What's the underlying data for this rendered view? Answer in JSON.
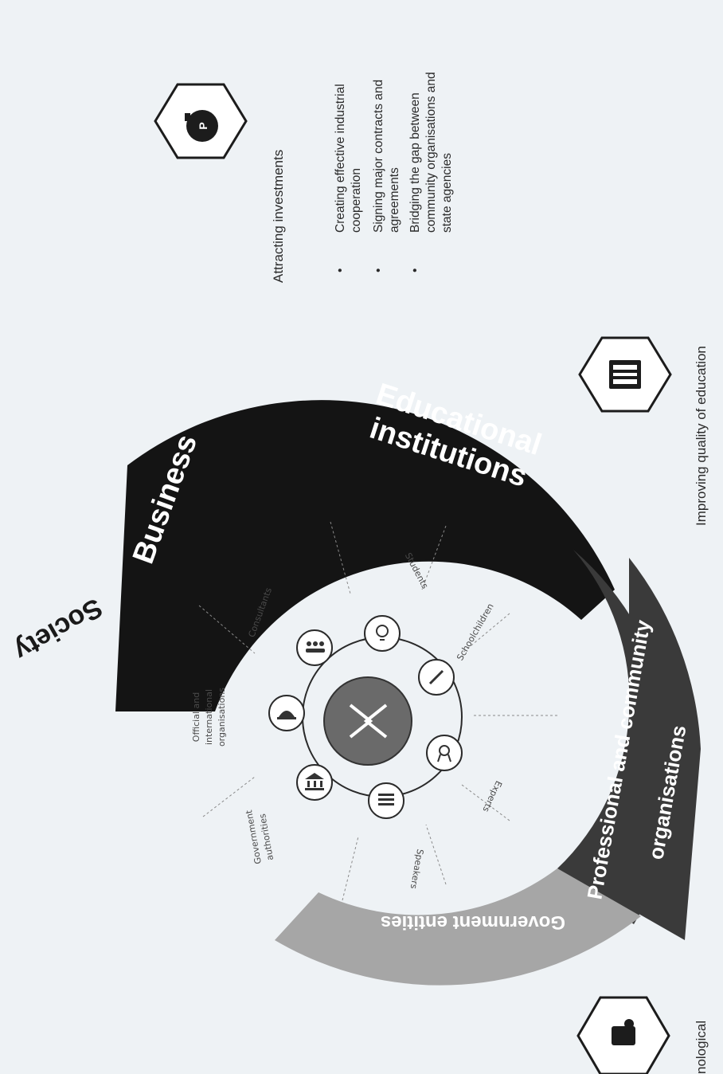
{
  "segments": {
    "society": "Society",
    "business": "Business",
    "educational_line1": "Educational",
    "educational_line2": "institutions",
    "professional_line1": "Professional and community",
    "professional_line2": "organisations",
    "government": "Government entities"
  },
  "stakeholders": {
    "official_line1": "Official and",
    "official_line2": "international",
    "official_line3": "organisations",
    "consultants": "Consultants",
    "students": "Students",
    "schoolchildren": "Schoolchildren",
    "experts": "Experts",
    "speakers": "Speakers",
    "gov_line1": "Government",
    "gov_line2": "authorities"
  },
  "goals": {
    "investments_title": "Attracting investments",
    "investments_bullets": [
      [
        "Creating effective industrial",
        "cooperation"
      ],
      [
        "Signing major contracts and",
        "agreements"
      ],
      [
        "Bridging the gap between",
        "community organisations and",
        "state agencies"
      ]
    ],
    "education_title": "Improving quality of education",
    "tech_partial": "nological"
  },
  "icons": [
    "money-bag-icon",
    "classroom-icon",
    "technology-icon",
    "dome-icon",
    "people-icon",
    "bulb-icon",
    "pen-icon",
    "award-icon",
    "building-icon",
    "bank-icon",
    "handshake-icon"
  ],
  "colors": {
    "dark_segment": "#141414",
    "professional_segment": "#3c3c3c",
    "government_segment": "#a8a8a8",
    "background": "#eef2f5"
  }
}
